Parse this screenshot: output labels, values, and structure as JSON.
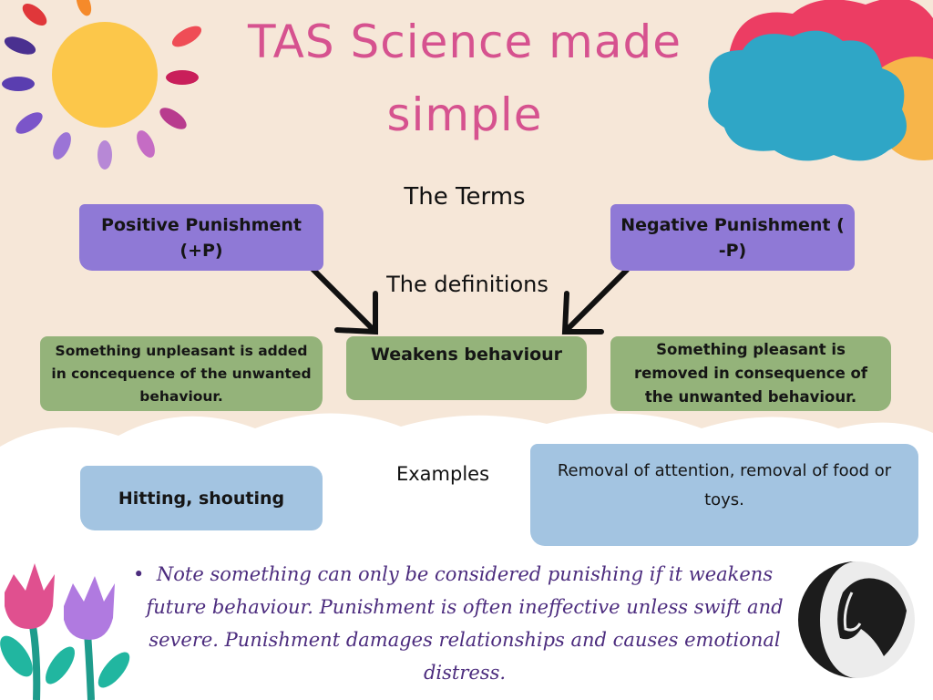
{
  "title_lines": [
    "TAS Science made",
    "simple"
  ],
  "headings": {
    "terms": "The Terms",
    "definitions": "The definitions",
    "examples": "Examples"
  },
  "terms": {
    "positive": "Positive Punishment (+P)",
    "negative": "Negative Punishment ( -P)"
  },
  "definitions": {
    "positive": "Something unpleasant is added in concequence of the unwanted behaviour.",
    "center": "Weakens behaviour",
    "negative": "Something pleasant is removed in consequence of the unwanted behaviour."
  },
  "examples": {
    "positive": "Hitting, shouting",
    "negative": "Removal of attention, removal of food or toys."
  },
  "note": {
    "bullet": "•",
    "text": "Note something can only be considered punishing if it weakens future behaviour. Punishment is often ineffective unless swift and severe. Punishment damages relationships and causes emotional distress."
  },
  "colors": {
    "background": "#f6e7d8",
    "title": "#d6528f",
    "term_box": "#8f79d6",
    "definition_box": "#94b37a",
    "example_box": "#a3c4e1",
    "note_text": "#4c2c7e"
  },
  "icons": [
    "sun-icon",
    "cloud-icon",
    "tulip-icon",
    "horse-logo-icon",
    "arrow-icon"
  ]
}
